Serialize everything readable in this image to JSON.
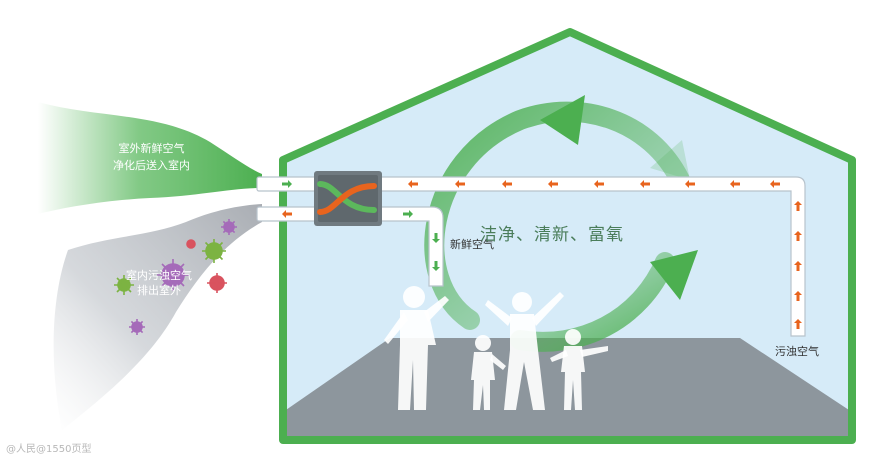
{
  "labels": {
    "fresh_air_line1": "室外新鲜空气",
    "fresh_air_line2": "净化后送入室内",
    "indoor_air_line1": "室内污浊空气",
    "indoor_air_line2": "排出室外",
    "new_air": "新鲜空气",
    "slogan": "洁净、清新、富氧",
    "polluted_air": "污浊空气",
    "watermark": "@人民@1550页型"
  },
  "icons": [
    "heat-exchanger-icon",
    "virus-icon",
    "people-silhouette-icon",
    "circulation-arrows-icon",
    "airflow-arrow-icon"
  ],
  "colors": {
    "house_outline": "#4caf50",
    "interior": "#d6ebf8",
    "floor": "#8d969d",
    "duct": "#ffffff",
    "exhaust_arrow": "#e8641e",
    "fresh_arrow": "#4caf50",
    "exchanger_body": "#707a80",
    "exchanger_green": "#5cb85c",
    "exchanger_orange": "#e8641e",
    "virus_purple": "#a56bb9",
    "virus_green": "#7cb342",
    "virus_red": "#d9535f"
  }
}
